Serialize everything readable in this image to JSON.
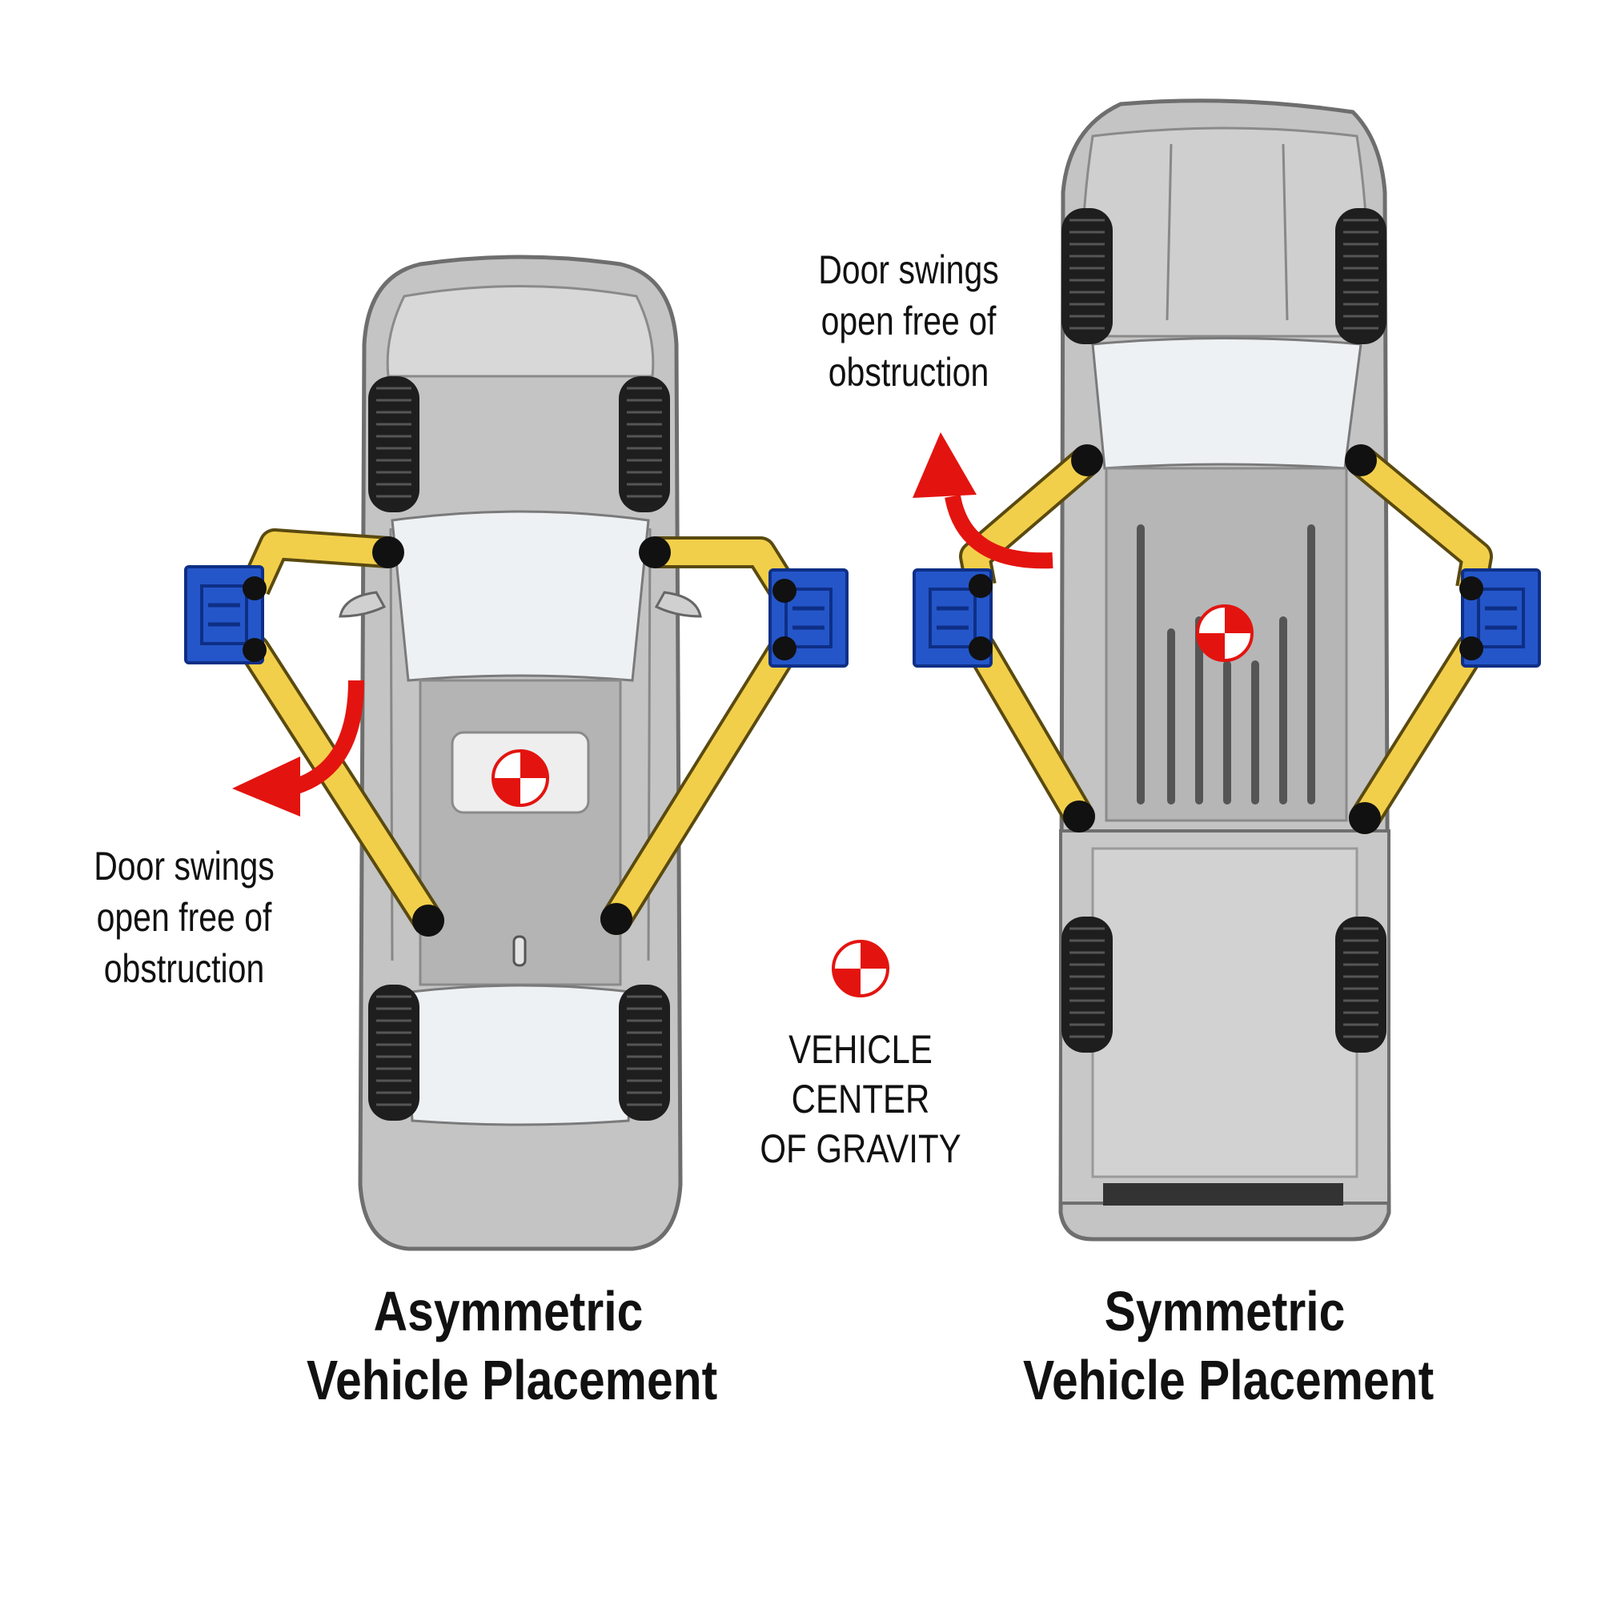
{
  "left_vehicle": {
    "note_lines": [
      "Door swings",
      "open free of",
      "obstruction"
    ],
    "title_lines": [
      "Asymmetric",
      "Vehicle Placement"
    ]
  },
  "right_vehicle": {
    "note_lines": [
      "Door swings",
      "open free of",
      "obstruction"
    ],
    "title_lines": [
      "Symmetric",
      "Vehicle Placement"
    ]
  },
  "legend": {
    "lines": [
      "VEHICLE",
      "CENTER",
      "OF GRAVITY"
    ],
    "icon": "center-of-gravity-icon"
  },
  "colors": {
    "body": "#c4c4c4",
    "glass": "#eef1f4",
    "arm": "#f2cf4a",
    "lift_pad": "#2456c9",
    "arrow": "#e3140f",
    "tire": "#222222"
  }
}
